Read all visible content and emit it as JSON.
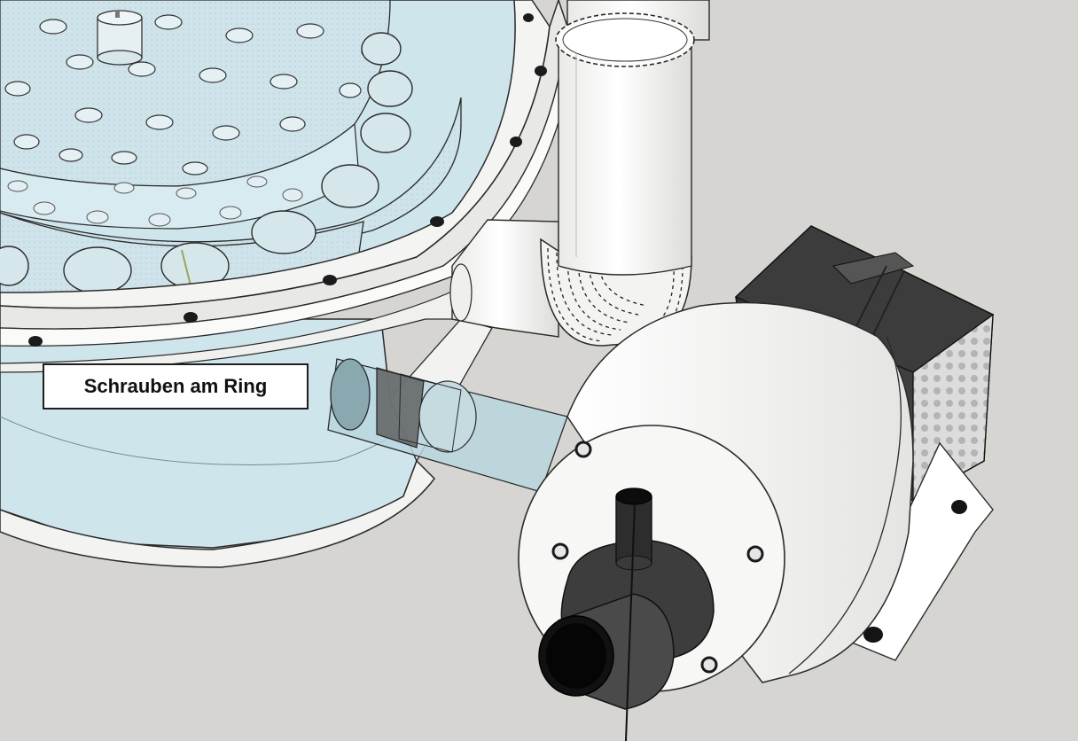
{
  "annotation": {
    "label": "Schrauben am Ring"
  },
  "colors": {
    "background": "#d6d5d1",
    "tank_glass": "#cfe5ec",
    "flange": "#f4f4f2",
    "pipe": "#f7f7f5",
    "motor_dark": "#3a3a3a",
    "housing": "#f6f6f4",
    "outline": "#1a1a1a"
  },
  "objects": [
    "glass-tank",
    "perforated-plates",
    "flange-ring-with-bolts",
    "vertical-pipe",
    "pipe-elbow",
    "connection-pipe",
    "blower-housing",
    "motor-block",
    "mounting-plate",
    "outlet-nozzle",
    "leader-line"
  ]
}
